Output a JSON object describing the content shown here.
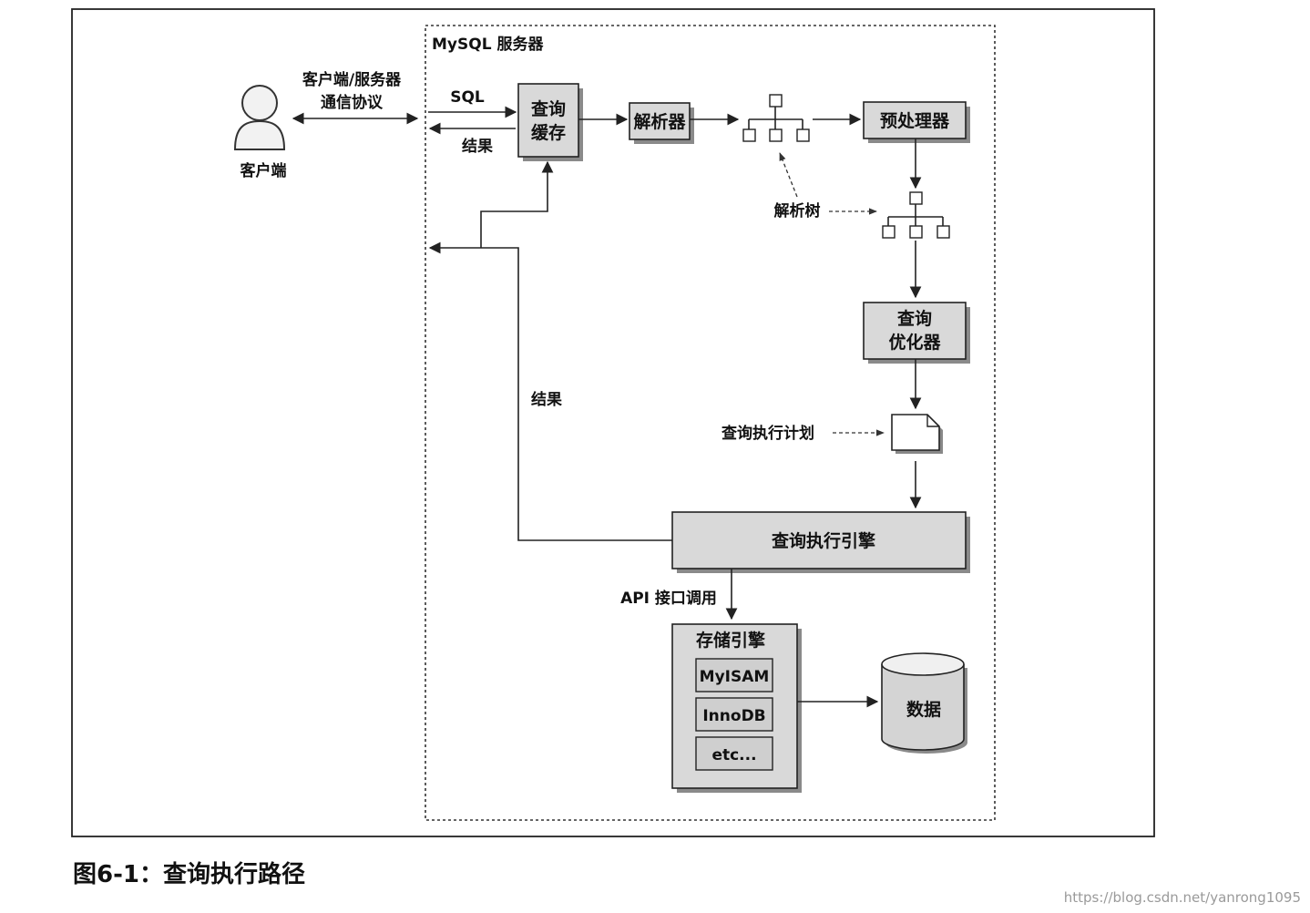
{
  "diagram": {
    "server_title": "MySQL 服务器",
    "client_label": "客户端",
    "protocol_label_line1": "客户端/服务器",
    "protocol_label_line2": "通信协议",
    "sql_label": "SQL",
    "result_label_top": "结果",
    "result_label_side": "结果",
    "query_cache_line1": "查询",
    "query_cache_line2": "缓存",
    "parser": "解析器",
    "preprocessor": "预处理器",
    "parse_tree_label": "解析树",
    "optimizer_line1": "查询",
    "optimizer_line2": "优化器",
    "execution_plan_label": "查询执行计划",
    "execution_engine": "查询执行引擎",
    "api_label": "API 接口调用",
    "storage_engine_title": "存储引擎",
    "engines": [
      "MyISAM",
      "InnoDB",
      "etc..."
    ],
    "data_label": "数据"
  },
  "caption": "图6-1：查询执行路径",
  "watermark": "https://blog.csdn.net/yanrong1095"
}
